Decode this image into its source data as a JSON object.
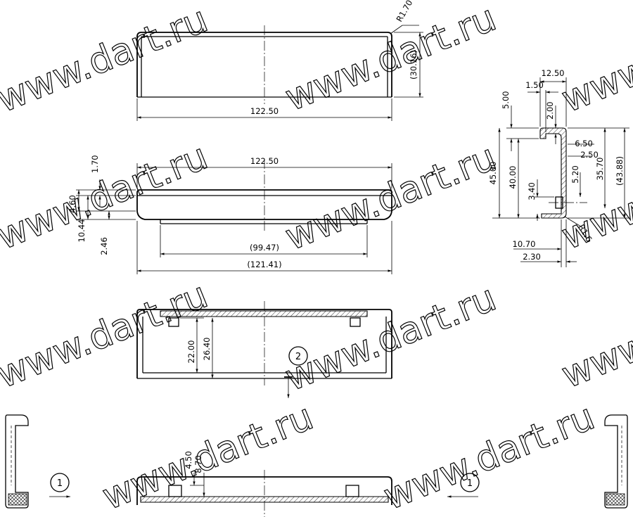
{
  "watermark": {
    "text": "www.dart.ru"
  },
  "view_top": {
    "dims": {
      "width": "122.50",
      "height": "(30.16)",
      "radius": "R1.70"
    }
  },
  "view_front": {
    "dims": {
      "overall": "122.50",
      "inner": "(99.47)",
      "total": "(121.41)",
      "d1": "1.70",
      "d2": "4.60",
      "d3": "10.44",
      "d4": "2.46"
    }
  },
  "view_profile": {
    "dims": {
      "top_width": "12.50",
      "lip": "1.50",
      "d500": "5.00",
      "d200": "2.00",
      "d650": "6.50",
      "d250": "2.50",
      "d520": "5.20",
      "d3570": "35.70",
      "d4388": "(43.88)",
      "d4500": "45.00",
      "d4000": "40.00",
      "d340": "3.40",
      "d1070": "10.70",
      "d230": "2.30",
      "radius": "R1.6"
    }
  },
  "view_section": {
    "dims": {
      "d2200": "22.00",
      "d2640": "26.40"
    },
    "callout": "2"
  },
  "view_bottom": {
    "dims": {
      "d450": "4.50",
      "d870": "8.70"
    },
    "callout_left": "1",
    "callout_right": "1"
  }
}
